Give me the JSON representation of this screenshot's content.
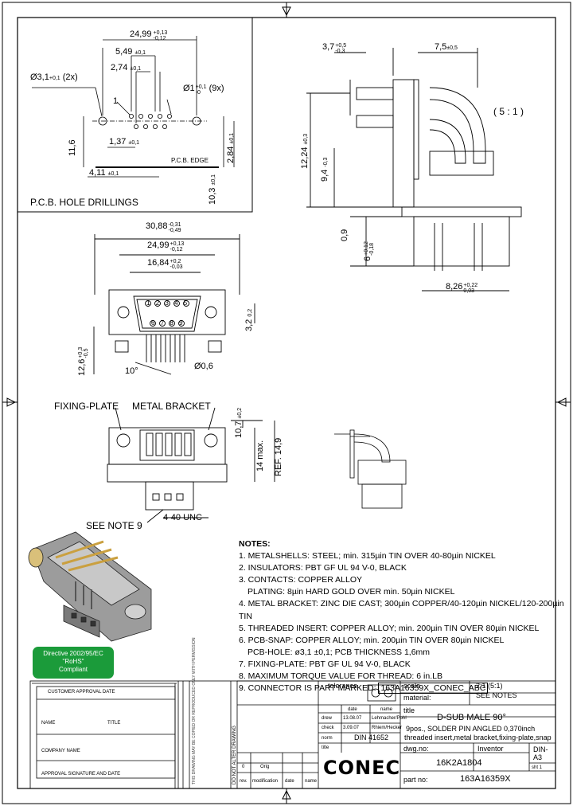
{
  "hole_drillings": {
    "title": "P.C.B. HOLE DRILLINGS",
    "d_total": "24,99",
    "d_total_tol_up": "+0,13",
    "d_total_tol_lo": "-0,12",
    "d_549": "5,49",
    "d_549_tol": "±0,1",
    "d_274": "2,74",
    "d_274_tol": "±0,1",
    "d_hole31": "Ø3,1",
    "d_hole31_tol": "+0,1",
    "d_hole31_count": "(2x)",
    "d_hole1": "Ø1",
    "d_hole1_tol_up": "+0,1",
    "d_hole1_tol_lo": "-0",
    "d_hole1_count": "(9x)",
    "pin1": "1",
    "d_116": "11,6",
    "d_137": "1,37",
    "d_137_tol": "±0,1",
    "d_411": "4,11",
    "d_411_tol": "±0,1",
    "pcb_edge": "P.C.B. EDGE",
    "d_284": "2,84",
    "d_284_tol": "±0,1",
    "d_103": "10,3",
    "d_103_tol": "±0,1"
  },
  "side_view": {
    "d_37": "3,7",
    "d_37_tol_up": "+0,5",
    "d_37_tol_lo": "-0,3",
    "d_75": "7,5",
    "d_75_tol": "±0,5",
    "scale": "( 5 : 1 )",
    "d_1224": "12,24",
    "d_1224_tol": "±0,3",
    "d_94": "9,4",
    "d_94_tol": "-0,3",
    "d_09": "0,9",
    "d_6": "6",
    "d_6_tol_up": "+0,12",
    "d_6_tol_lo": "-0,18",
    "d_826": "8,26",
    "d_826_tol_up": "+0,22",
    "d_826_tol_lo": "0,03"
  },
  "front_view": {
    "d_3088": "30,88",
    "d_3088_tol_up": "-0,31",
    "d_3088_tol_lo": "-0,49",
    "d_2499": "24,99",
    "d_2499_tol_up": "+0,13",
    "d_2499_tol_lo": "-0,12",
    "d_1684": "16,84",
    "d_1684_tol_up": "+0,2",
    "d_1684_tol_lo": "-0,03",
    "pins_top": [
      "1",
      "2",
      "3",
      "4",
      "5"
    ],
    "pins_bottom": [
      "6",
      "7",
      "8",
      "9"
    ],
    "d_32": "3,2",
    "d_32_tol": "0,2",
    "d_126": "12,6",
    "d_126_tol_up": "+0,3",
    "d_126_tol_lo": "-0,5",
    "angle": "10°",
    "d_pin": "Ø0,6"
  },
  "bottom_view": {
    "fixing_plate": "FIXING-PLATE",
    "metal_bracket": "METAL BRACKET",
    "d_107": "10,7",
    "d_107_tol": "±0,2",
    "d_14": "14 max.",
    "d_ref": "REF. 14,9",
    "see_note": "SEE NOTE 9",
    "thread": "4-40 UNC"
  },
  "rohs": {
    "line1": "Directive 2002/95/EC",
    "line2": "\"RoHS\"",
    "line3": "Compliant"
  },
  "notes": {
    "heading": "NOTES:",
    "items": [
      "1. METALSHELLS: STEEL; min. 315µin TIN OVER 40-80µin NICKEL",
      "2. INSULATORS: PBT GF UL 94 V-0, BLACK",
      "3. CONTACTS: COPPER ALLOY",
      "PLATING: 8µin HARD GOLD OVER min. 50µin NICKEL",
      "4. METAL BRACKET: ZINC DIE CAST; 300µin COPPER/40-120µin NICKEL/120-200µin TIN",
      "5. THREADED INSERT: COPPER ALLOY; min. 200µin TIN OVER 80µin NICKEL",
      "6. PCB-SNAP: COPPER ALLOY; min. 200µin TIN OVER 80µin NICKEL",
      "PCB-HOLE: ø3,1 ±0,1; PCB THICKNESS 1,6mm",
      "7. FIXING-PLATE: PBT GF UL 94 V-0, BLACK",
      "8. MAXIMUM TORQUE VALUE FOR THREAD: 6 in.LB",
      "9. CONNECTOR IS PART MARKED:"
    ],
    "marking": "163A16359X_CONEC_ABC"
  },
  "title_block": {
    "tolerance": "tolerance",
    "scale_label": "scale",
    "scale_value": "2:1 (5:1)",
    "material_label": "material:",
    "material_value": "SEE NOTES",
    "date_hdr": "date",
    "name_hdr": "name",
    "drew_label": "drew",
    "drew_date": "13.08.07",
    "drew_name": "Lehmacher/Pohl",
    "check_label": "check",
    "check_date": "3.09.07",
    "check_name": "Rhiem/Hecker",
    "norm_label": "norm",
    "norm_value": "DIN 41652",
    "title_label": "title",
    "title": "D-SUB MALE 90°",
    "subtitle1": "9pos., SOLDER PIN ANGLED 0,370inch",
    "subtitle2": "threaded insert,metal bracket,fixing-plate,snap",
    "dwg_label": "dwg.no:",
    "dwg_value": "16K2A1804",
    "inventor": "Inventor",
    "format": "DIN-A3",
    "sht": "sht 1",
    "part_label": "part no:",
    "part_value": "163A16359X",
    "rev_label": "rev.",
    "modification_label": "modification",
    "date_label": "date",
    "name_label": "name",
    "rev_value": "0",
    "orig_value": "Orig",
    "company": "CONEC",
    "approval_title": "CUSTOMER APPROVAL DATE",
    "approval_name": "NAME",
    "approval_title2": "TITLE",
    "approval_company": "COMPANY NAME",
    "approval_footer": "APPROVAL SIGNATURE AND DATE",
    "confidential": "THIS DRAWING MAY BE COPIED OR REPRODUCED ONLY WITH PERMISSION",
    "do_not_alter": "DO NOT ALTER DRAWING"
  }
}
